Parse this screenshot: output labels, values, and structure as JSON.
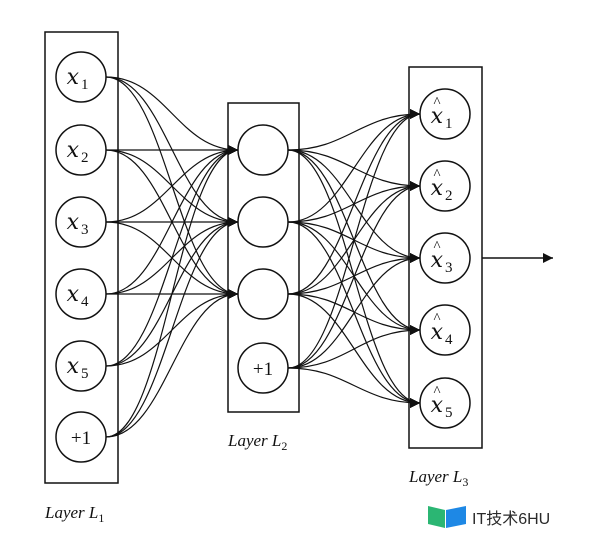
{
  "layers": [
    {
      "label_prefix": "Layer L",
      "label_sub": "1",
      "nodes": [
        {
          "base": "x",
          "sub": "1"
        },
        {
          "base": "x",
          "sub": "2"
        },
        {
          "base": "x",
          "sub": "3"
        },
        {
          "base": "x",
          "sub": "4"
        },
        {
          "base": "x",
          "sub": "5"
        },
        {
          "text": "+1"
        }
      ]
    },
    {
      "label_prefix": "Layer L",
      "label_sub": "2",
      "nodes": [
        {
          "text": ""
        },
        {
          "text": ""
        },
        {
          "text": ""
        },
        {
          "text": "+1"
        }
      ]
    },
    {
      "label_prefix": "Layer L",
      "label_sub": "3",
      "nodes": [
        {
          "base": "x",
          "sub": "1",
          "hat": "^"
        },
        {
          "base": "x",
          "sub": "2",
          "hat": "^"
        },
        {
          "base": "x",
          "sub": "3",
          "hat": "^"
        },
        {
          "base": "x",
          "sub": "4",
          "hat": "^"
        },
        {
          "base": "x",
          "sub": "5",
          "hat": "^"
        }
      ]
    }
  ],
  "watermark": {
    "text": "IT技术6HU",
    "colors": [
      "#2bb673",
      "#1e88e5"
    ]
  }
}
